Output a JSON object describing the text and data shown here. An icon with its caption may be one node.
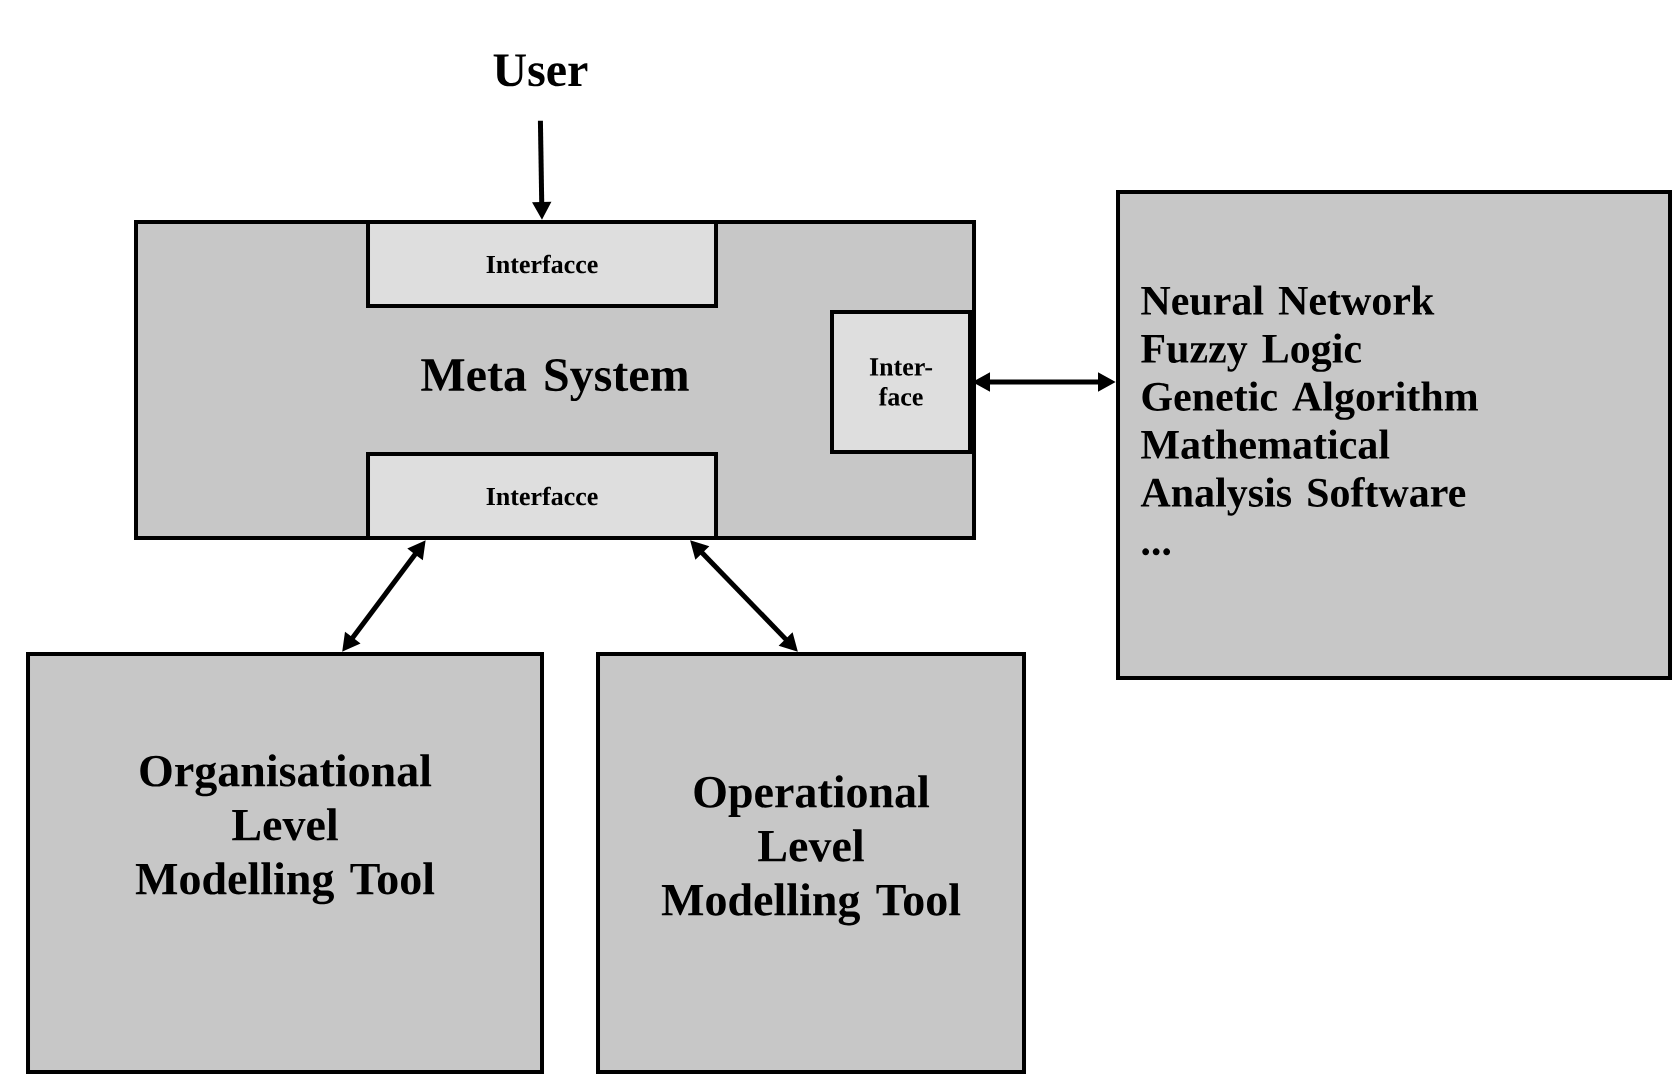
{
  "diagram": {
    "nodes": [
      {
        "text": [
          "User"
        ]
      },
      {
        "text": [
          "Meta System"
        ]
      },
      {
        "text": [
          "Interfacce"
        ],
        "in": 1
      },
      {
        "text": [
          "Inter-face"
        ],
        "in": 1
      },
      {
        "text": [
          "Interfacce"
        ],
        "in": 1
      },
      {
        "text": [
          "Neural Network",
          "Fuzzy Logic",
          "Genetic Algorithm",
          "Mathematical Analysis Software",
          "..."
        ]
      },
      {
        "text": [
          "Organisational Level Modelling Tool"
        ]
      },
      {
        "text": [
          "Operational Level Modelling Tool"
        ]
      }
    ],
    "edges": [
      {
        "from": 0,
        "to": 2,
        "arrow": "to"
      },
      {
        "from": 3,
        "to": 5,
        "arrow": "both"
      },
      {
        "from": 4,
        "to": 6,
        "arrow": "both"
      },
      {
        "from": 4,
        "to": 7,
        "arrow": "both"
      }
    ]
  }
}
